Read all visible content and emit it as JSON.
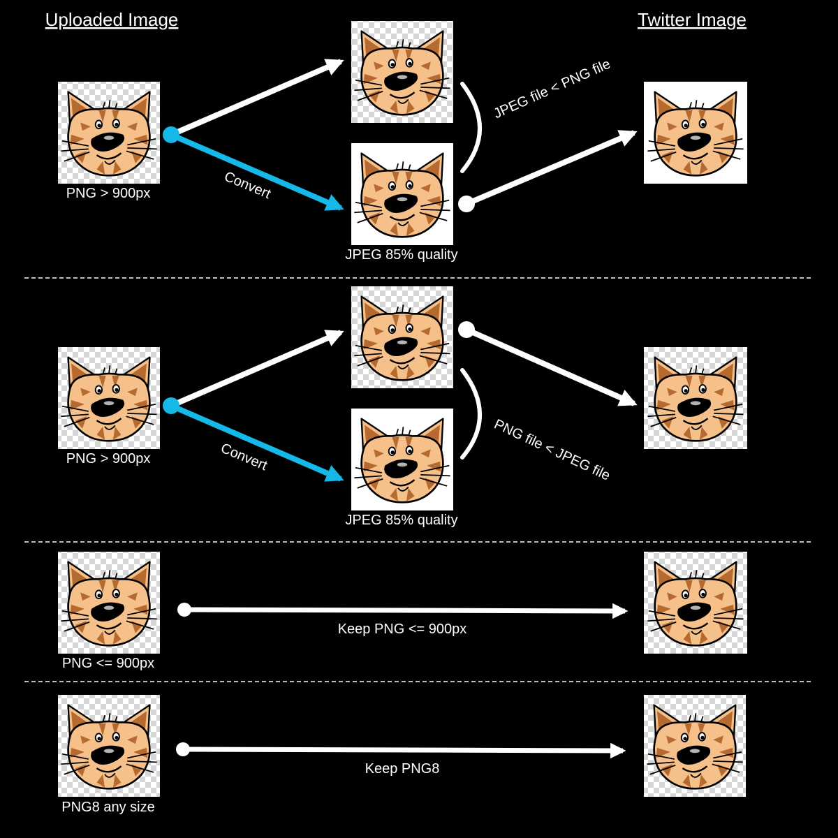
{
  "colors": {
    "background": "#000000",
    "arrow": "#ffffff",
    "convert_arrow": "#16b8e8",
    "divider": "#ffffff",
    "checker_light": "#ffffff",
    "checker_dark": "#d6d6d6",
    "cat_fill": "#f6c08a",
    "cat_stripe": "#b56a30",
    "cat_outline": "#000000"
  },
  "headers": {
    "uploaded": "Uploaded Image",
    "twitter": "Twitter Image"
  },
  "row1": {
    "input_label": "PNG > 900px",
    "convert_label": "Convert",
    "jpeg_label": "JPEG 85% quality",
    "compare_label": "JPEG file < PNG file"
  },
  "row2": {
    "input_label": "PNG > 900px",
    "convert_label": "Convert",
    "jpeg_label": "JPEG 85% quality",
    "compare_label": "PNG  file < JPEG file"
  },
  "row3": {
    "input_label": "PNG <= 900px",
    "action_label": "Keep PNG <= 900px"
  },
  "row4": {
    "input_label": "PNG8 any size",
    "action_label": "Keep PNG8"
  }
}
